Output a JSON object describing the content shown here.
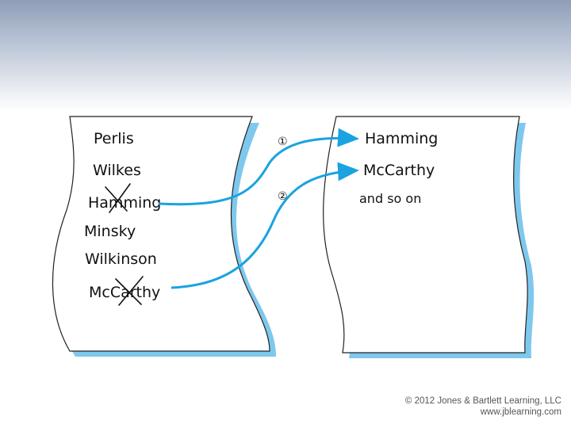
{
  "left_list": {
    "names": [
      "Perlis",
      "Wilkes",
      "Hamming",
      "Minsky",
      "Wilkinson",
      "McCarthy"
    ]
  },
  "right_list": {
    "names": [
      "Hamming",
      "McCarthy"
    ],
    "continuation": "and so on"
  },
  "steps": [
    "①",
    "②"
  ],
  "colors": {
    "arrow": "#1aa3e0",
    "page_shadow": "#7ec8ee",
    "ink": "#111111"
  },
  "footer": {
    "copyright": "© 2012 Jones & Bartlett Learning, LLC",
    "website": "www.jblearning.com"
  }
}
